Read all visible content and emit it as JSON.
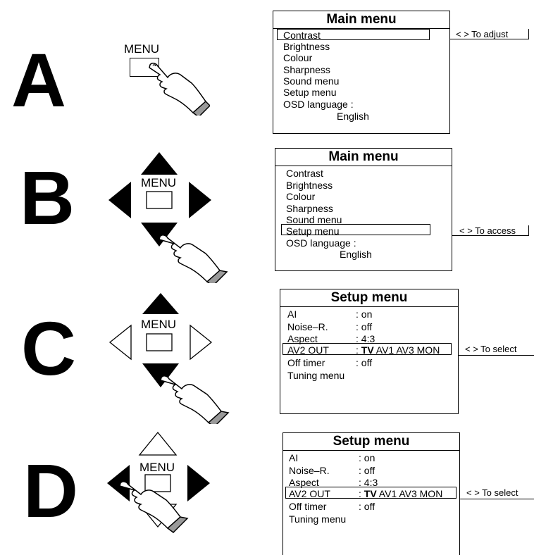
{
  "steps": {
    "a": "A",
    "b": "B",
    "c": "C",
    "d": "D"
  },
  "button_label": "MENU",
  "main_menu": {
    "title": "Main menu",
    "items": [
      "Contrast",
      "Brightness",
      "Colour",
      "Sharpness",
      "Sound menu",
      "Setup menu",
      "OSD language :"
    ],
    "language_value": "English"
  },
  "setup_menu": {
    "title": "Setup menu",
    "rows": [
      {
        "label": "AI",
        "value": ": on"
      },
      {
        "label": "Noise–R.",
        "value": ": off"
      },
      {
        "label": "Aspect",
        "value": ": 4:3"
      },
      {
        "label": "AV2 OUT",
        "value_colon": ":",
        "value_bold": "TV",
        "value_rest": "AV1 AV3 MON"
      },
      {
        "label": "Off timer",
        "value": ": off"
      },
      {
        "label": "Tuning menu",
        "value": ""
      }
    ]
  },
  "hints": {
    "adjust": "< > To adjust",
    "access": "< > To access",
    "select": "< > To select"
  },
  "icons": {
    "arrow-up": "filled-triangle",
    "arrow-down": "filled-triangle",
    "arrow-left": "filled-triangle",
    "arrow-right": "filled-triangle",
    "hand": "pointing-hand"
  }
}
